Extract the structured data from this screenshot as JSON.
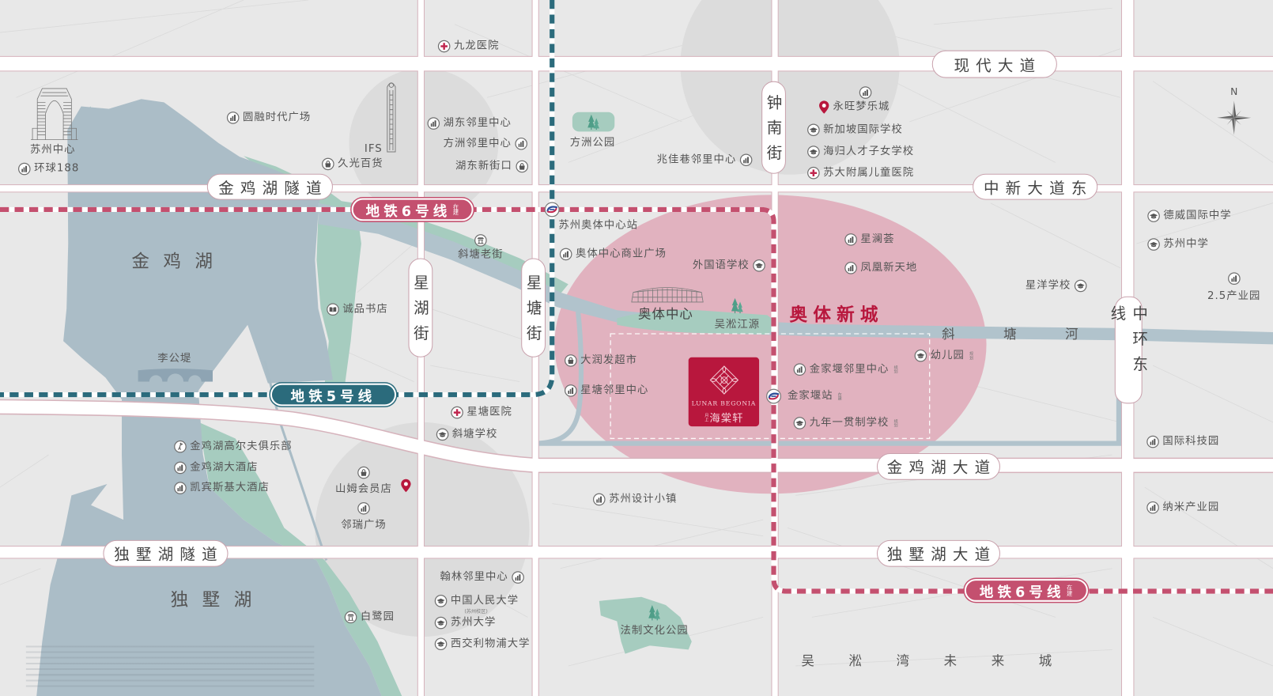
{
  "roads": {
    "xiandai_avenue": "现代大道",
    "jinjihu_tunnel": "金鸡湖隧道",
    "zhongxin_avenue_east": "中新大道东",
    "jinjihu_avenue": "金鸡湖大道",
    "dushuhu_tunnel": "独墅湖隧道",
    "dushuhu_avenue": "独墅湖大道",
    "xinghu_street": "星湖街",
    "xingtang_street": "星塘街",
    "zhongnan_street": "钟南街",
    "zhonghuan_east_line": "中环东线"
  },
  "metro": {
    "line6": {
      "label": "地铁6号线",
      "status": "在建",
      "color": "#c4506f"
    },
    "line5": {
      "label": "地铁5号线",
      "color": "#2b6b7c"
    },
    "stations": {
      "aoti_center": {
        "name": "苏州奥体中心站",
        "icon": "metro-station-icon"
      },
      "jinjiayan": {
        "name": "金家堰站",
        "note": "在建",
        "icon": "metro-station-icon"
      }
    }
  },
  "water": {
    "jinjihu": "金鸡湖",
    "dushuhu": "独墅湖",
    "xietang_river": "斜塘河",
    "wusong_source": "吴淞江源"
  },
  "districts": {
    "aoti_new_town": "奥体新城",
    "wusongwan_future_city": "吴淞湾未来城"
  },
  "project": {
    "name_en": "LUNAR BEGONIA",
    "name_prefix": "月上",
    "name_cn": "海棠轩",
    "brand_color": "#b8173d"
  },
  "landmarks": {
    "suzhou_center": {
      "label": "苏州中心",
      "icon": "skyscraper-drawing"
    },
    "ifs": {
      "label": "IFS",
      "icon": "tower-drawing"
    },
    "aoti_center": {
      "label": "奥体中心",
      "icon": "stadium-drawing"
    },
    "ligongdi": {
      "label": "李公堤",
      "icon": "bridge-drawing"
    },
    "fangzhou_park": {
      "label": "方洲公园",
      "icon": "tree-icon"
    },
    "legal_culture_park": {
      "label": "法制文化公园",
      "icon": "tree-icon"
    }
  },
  "pois": {
    "jiulong_hospital": {
      "label": "九龙医院",
      "icon": "hospital-cross-icon"
    },
    "yuanrong_plaza": {
      "label": "圆融时代广场",
      "icon": "building-icon"
    },
    "global_188": {
      "label": "环球188",
      "icon": "building-icon"
    },
    "jiuguang_dept": {
      "label": "久光百货",
      "icon": "shopping-bag-icon"
    },
    "hudong_center": {
      "label": "湖东邻里中心",
      "icon": "building-icon"
    },
    "fangzhou_center": {
      "label": "方洲邻里中心",
      "icon": "building-icon"
    },
    "hudong_xinjiekou": {
      "label": "湖东新街口",
      "icon": "shopping-bag-icon"
    },
    "zhaojiaxiang_center": {
      "label": "兆佳巷邻里中心",
      "icon": "building-icon"
    },
    "aeon_mall": {
      "label": "永旺梦乐城",
      "icon": "map-pin-icon"
    },
    "singapore_school": {
      "label": "新加坡国际学校",
      "icon": "graduation-cap-icon"
    },
    "haigui_school": {
      "label": "海归人才子女学校",
      "icon": "graduation-cap-icon"
    },
    "children_hospital": {
      "label": "苏大附属儿童医院",
      "icon": "hospital-cross-icon"
    },
    "dulwich_school": {
      "label": "德威国际中学",
      "icon": "graduation-cap-icon"
    },
    "suzhou_high_school": {
      "label": "苏州中学",
      "icon": "graduation-cap-icon"
    },
    "industrial_park_25": {
      "label": "2.5产业园",
      "icon": "building-icon"
    },
    "xingyang_school": {
      "label": "星洋学校",
      "icon": "graduation-cap-icon"
    },
    "xietang_old_street": {
      "label": "斜塘老街",
      "icon": "pavilion-icon"
    },
    "eslite_bookstore": {
      "label": "诚品书店",
      "icon": "book-icon"
    },
    "aoti_plaza": {
      "label": "奥体中心商业广场",
      "icon": "building-icon"
    },
    "foreign_language_school": {
      "label": "外国语学校",
      "icon": "graduation-cap-icon"
    },
    "xinglanhui": {
      "label": "星澜荟",
      "icon": "building-icon"
    },
    "fenghuang_xintiandi": {
      "label": "凤凰新天地",
      "icon": "building-icon"
    },
    "rt_mart": {
      "label": "大润发超市",
      "icon": "shopping-bag-icon"
    },
    "xingtang_center": {
      "label": "星塘邻里中心",
      "icon": "building-icon"
    },
    "jinjiayan_center": {
      "label": "金家堰邻里中心",
      "icon": "building-icon",
      "note": "规划"
    },
    "kindergarten": {
      "label": "幼儿园",
      "icon": "graduation-cap-icon",
      "note": "规划"
    },
    "nine_year_school": {
      "label": "九年一贯制学校",
      "icon": "graduation-cap-icon",
      "note": "规划"
    },
    "intl_tech_park": {
      "label": "国际科技园",
      "icon": "building-icon"
    },
    "xingtang_hospital": {
      "label": "星塘医院",
      "icon": "hospital-cross-icon"
    },
    "xietang_school": {
      "label": "斜塘学校",
      "icon": "graduation-cap-icon"
    },
    "golf_club": {
      "label": "金鸡湖高尔夫俱乐部",
      "icon": "golf-icon"
    },
    "jinjihu_hotel": {
      "label": "金鸡湖大酒店",
      "icon": "building-icon"
    },
    "kempinski_hotel": {
      "label": "凯宾斯基大酒店",
      "icon": "building-icon"
    },
    "sams_club": {
      "label": "山姆会员店",
      "icon": "shopping-bag-icon"
    },
    "linrui_plaza": {
      "label": "邻瑞广场",
      "icon": "building-icon"
    },
    "design_town": {
      "label": "苏州设计小镇",
      "icon": "building-icon"
    },
    "nano_park": {
      "label": "纳米产业园",
      "icon": "building-icon"
    },
    "hanlin_center": {
      "label": "翰林邻里中心",
      "icon": "building-icon"
    },
    "renmin_university": {
      "label": "中国人民大学",
      "sub": "(苏州校区)",
      "icon": "graduation-cap-icon"
    },
    "suzhou_university": {
      "label": "苏州大学",
      "icon": "graduation-cap-icon"
    },
    "xjtlu": {
      "label": "西交利物浦大学",
      "icon": "graduation-cap-icon"
    },
    "bailu_garden": {
      "label": "白鹭园",
      "icon": "pavilion-icon"
    }
  },
  "compass": {
    "north": "N"
  },
  "colors": {
    "background": "#e8e8e8",
    "lake": "#abbdc7",
    "shore_green": "#a6ccbf",
    "focus_area": "#e1b2bf",
    "metro6": "#c4506f",
    "metro5": "#2b6b7c",
    "brand": "#b8173d"
  }
}
